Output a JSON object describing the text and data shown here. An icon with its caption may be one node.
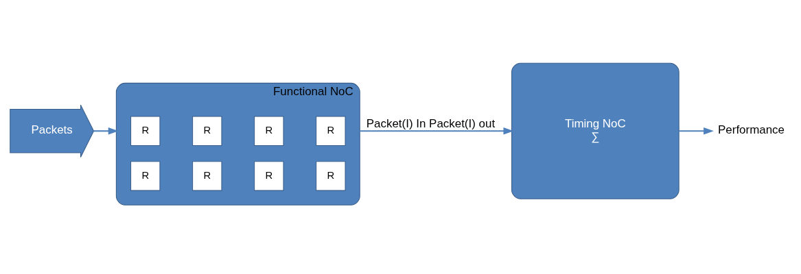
{
  "diagram": {
    "nodes": [
      {
        "text": [
          "Functional NoC"
        ]
      },
      {
        "text": [
          "R"
        ],
        "in": 0
      },
      {
        "text": [
          "R"
        ],
        "in": 0
      },
      {
        "text": [
          "R"
        ],
        "in": 0
      },
      {
        "text": [
          "R"
        ],
        "in": 0
      },
      {
        "text": [
          "R"
        ],
        "in": 0
      },
      {
        "text": [
          "R"
        ],
        "in": 0
      },
      {
        "text": [
          "R"
        ],
        "in": 0
      },
      {
        "text": [
          "R"
        ],
        "in": 0
      },
      {
        "text": [
          "Packets"
        ]
      },
      {
        "text": [
          "Timing NoC",
          "∑"
        ]
      },
      {
        "text": [
          "Performance"
        ]
      }
    ],
    "edges": [
      {
        "from": 9,
        "to": 0,
        "arrow": "to"
      },
      {
        "from": 0,
        "to": 10,
        "arrow": "to",
        "label": "Packet(I) In Packet(I) out"
      },
      {
        "from": 10,
        "to": 11,
        "arrow": "to"
      }
    ]
  }
}
